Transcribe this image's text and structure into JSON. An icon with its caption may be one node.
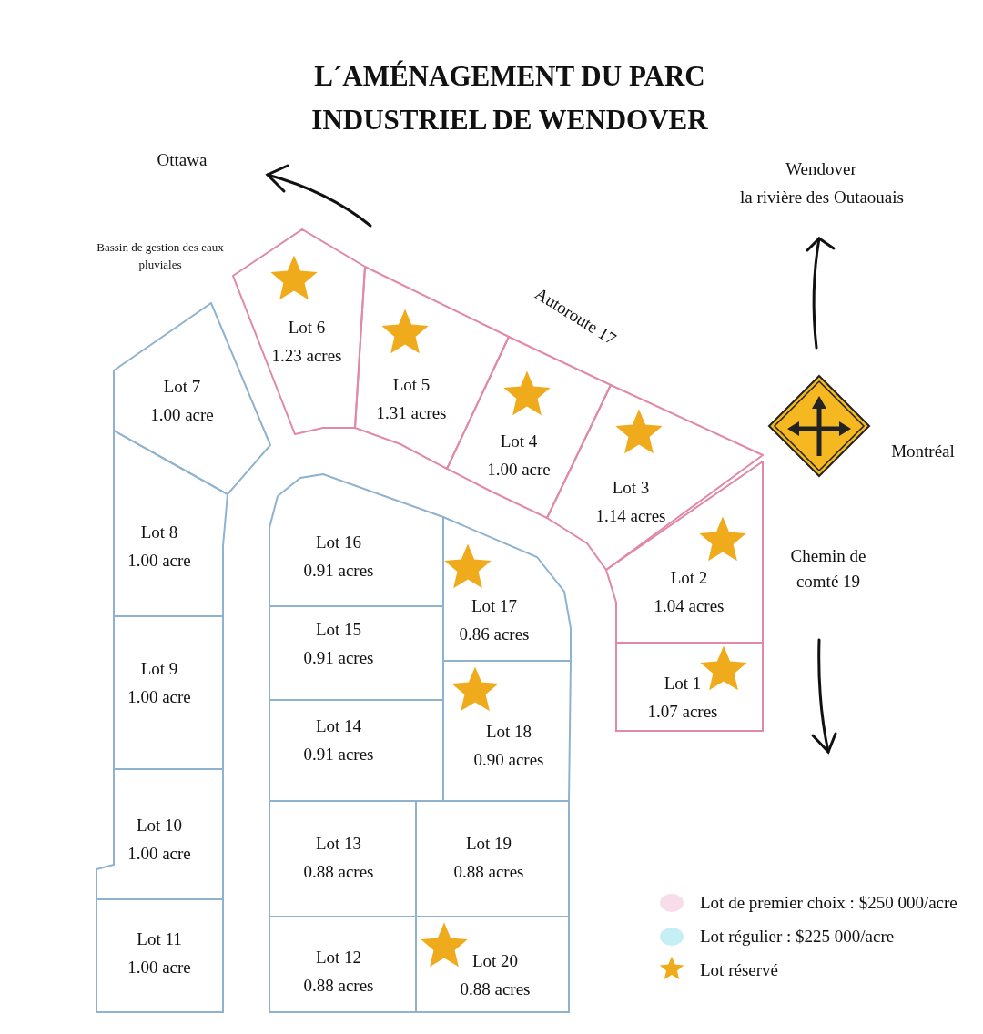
{
  "diagram": {
    "title": "L´AMÉNAGEMENT DU PARC INDUSTRIEL DE WENDOVER",
    "nodes": [
      {
        "text": [
          "Lot 1",
          "1.07 acres"
        ]
      },
      {
        "text": [
          "Lot 2",
          "1.04 acres"
        ]
      },
      {
        "text": [
          "Lot 3",
          "1.14 acres"
        ]
      },
      {
        "text": [
          "Lot 4",
          "1.00 acre"
        ]
      },
      {
        "text": [
          "Lot 5",
          "1.31 acres"
        ]
      },
      {
        "text": [
          "Lot 6",
          "1.23 acres"
        ]
      },
      {
        "text": [
          "Lot 7",
          "1.00 acre"
        ]
      },
      {
        "text": [
          "Lot 8",
          "1.00 acre"
        ]
      },
      {
        "text": [
          "Lot 9",
          "1.00 acre"
        ]
      },
      {
        "text": [
          "Lot 10",
          "1.00 acre"
        ]
      },
      {
        "text": [
          "Lot 11",
          "1.00 acre"
        ]
      },
      {
        "text": [
          "Lot 12",
          "0.88 acres"
        ]
      },
      {
        "text": [
          "Lot 13",
          "0.88 acres"
        ]
      },
      {
        "text": [
          "Lot 14",
          "0.91 acres"
        ]
      },
      {
        "text": [
          "Lot 15",
          "0.91 acres"
        ]
      },
      {
        "text": [
          "Lot 16",
          "0.91 acres"
        ]
      },
      {
        "text": [
          "Lot 17",
          "0.86 acres"
        ]
      },
      {
        "text": [
          "Lot 18",
          "0.90 acres"
        ]
      },
      {
        "text": [
          "Lot 19",
          "0.88 acres"
        ]
      },
      {
        "text": [
          "Lot 20",
          "0.88 acres"
        ]
      }
    ],
    "edges": [],
    "labels": [
      "Ottawa",
      "Wendover",
      "la rivière des Outaouais",
      "Bassin de gestion des eaux pluviales",
      "Autoroute 17",
      "Montréal",
      "Chemin de comté 19"
    ],
    "legend": [
      {
        "text": "Lot de premier choix : $250 000/acre",
        "color": "#f7dde9"
      },
      {
        "text": "Lot régulier : $225 000/acre",
        "color": "#c6eef5"
      },
      {
        "text": "Lot réservé"
      }
    ]
  }
}
